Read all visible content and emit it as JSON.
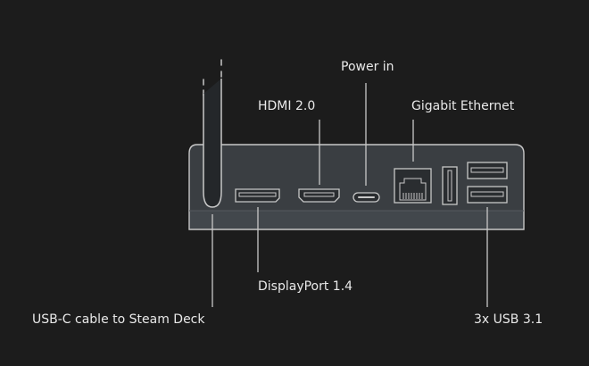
{
  "labels": {
    "power_in": "Power in",
    "hdmi": "HDMI 2.0",
    "gigabit_ethernet": "Gigabit Ethernet",
    "displayport": "DisplayPort 1.4",
    "usb_c_cable": "USB-C cable to Steam Deck",
    "usb": "3x USB 3.1"
  },
  "colors": {
    "background": "#1c1c1c",
    "dock_body": "#3e4246",
    "dock_front_fill": "#353a3e",
    "outline": "#c8c8c8",
    "text": "#e9e9e9"
  }
}
